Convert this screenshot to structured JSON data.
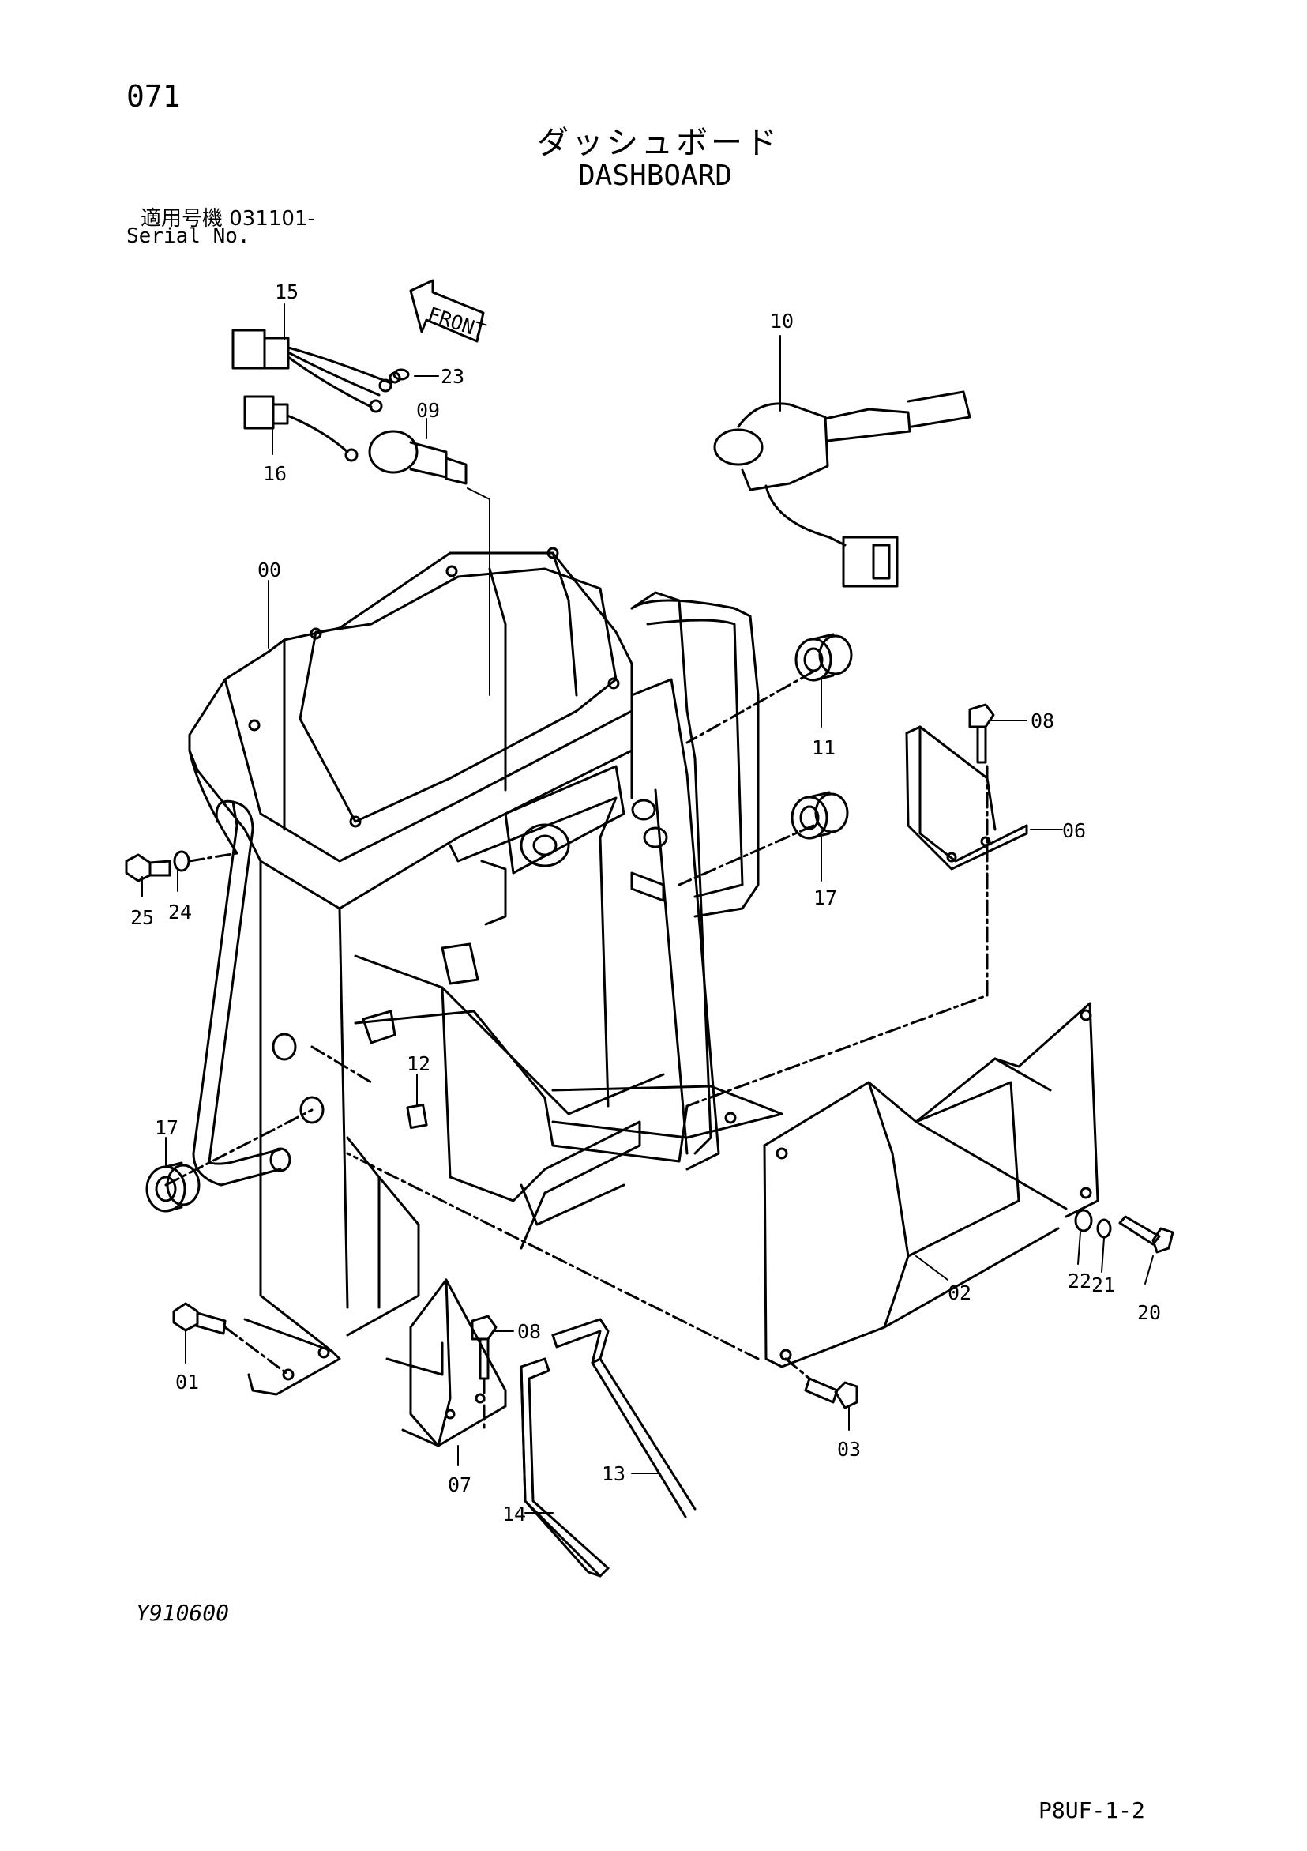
{
  "header": {
    "page_number": "071",
    "title_jp": "ダッシュボード",
    "title_en": "DASHBOARD",
    "serial_label_jp": "適用号機 031101-",
    "serial_label_en": "Serial No."
  },
  "diagram": {
    "front_arrow_label": "FRONT",
    "callouts": [
      "15",
      "23",
      "09",
      "16",
      "10",
      "00",
      "11",
      "08",
      "06",
      "25",
      "24",
      "17",
      "12",
      "17",
      "22",
      "21",
      "20",
      "02",
      "01",
      "08",
      "03",
      "07",
      "13",
      "14"
    ]
  },
  "footer": {
    "reference_code": "Y910600",
    "sheet_code": "P8UF-1-2"
  }
}
